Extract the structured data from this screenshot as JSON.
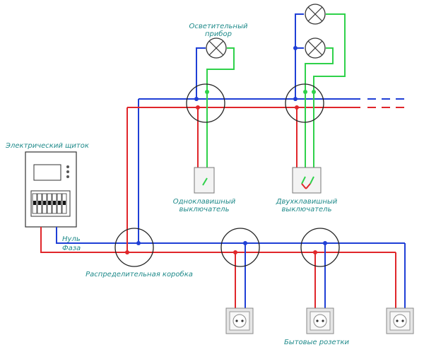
{
  "labels": {
    "light_fixture": [
      "Осветительный",
      "прибор"
    ],
    "panel": "Электрический щиток",
    "neutral": "Нуль",
    "phase": "Фаза",
    "junction_box": "Распределительная коробка",
    "single_switch": [
      "Одноклавишный",
      "выключатель"
    ],
    "double_switch": [
      "Двухклавишный",
      "выключатель"
    ],
    "sockets": "Бытовые розетки"
  },
  "colors": {
    "neutral_wire": "#1f3fd6",
    "phase_wire": "#e0262a",
    "switched_wire": "#2fd14a",
    "label_text": "#1f8a8a"
  }
}
